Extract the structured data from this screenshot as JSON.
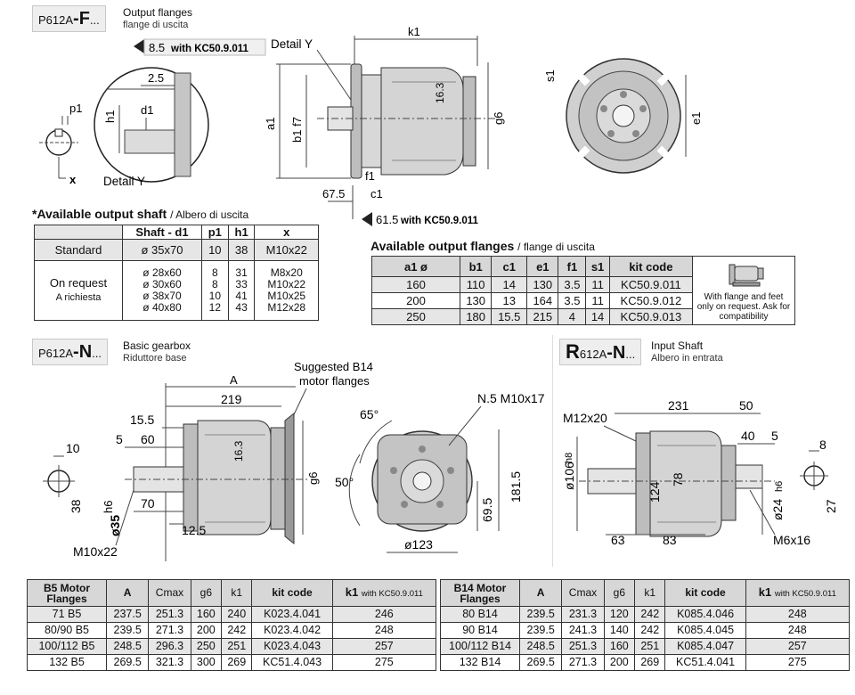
{
  "header_f": {
    "prefix": "P612A",
    "suffix": "-F",
    "dots": "...",
    "title": "Output flanges",
    "subtitle": "flange di uscita"
  },
  "header_n": {
    "prefix": "P612A",
    "suffix": "-N",
    "dots": "...",
    "title": "Basic gearbox",
    "subtitle": "Riduttore base"
  },
  "header_r": {
    "lead": "R",
    "prefix": "612A",
    "suffix": "-N",
    "dots": "...",
    "title": "Input Shaft",
    "subtitle": "Albero in entrata"
  },
  "drawing_f": {
    "callout_top_value": "8.5",
    "callout_top_note": "with KC50.9.011",
    "callout_bottom_value": "61.5",
    "callout_bottom_note": "with KC50.9.011",
    "detail_y_top": "Detail Y",
    "detail_y_bottom": "Detail Y",
    "dim_2_5": "2.5",
    "p1": "p1",
    "h1": "h1",
    "d1": "d1",
    "x": "x",
    "k1": "k1",
    "a1": "a1",
    "b1": "b1 f7",
    "g6": "g6",
    "dim_16_3": "16.3",
    "f1": "f1",
    "c1": "c1",
    "dim_67_5": "67.5",
    "s1": "s1",
    "e1": "e1"
  },
  "shaft_table": {
    "title": "*Available output shaft",
    "title_it": "/ Albero di uscita",
    "headers": [
      "",
      "Shaft - d1",
      "p1",
      "h1",
      "x"
    ],
    "standard": {
      "label": "Standard",
      "cells": [
        "ø 35x70",
        "10",
        "38",
        "M10x22"
      ]
    },
    "on_request": {
      "label": "On request",
      "label_it": "A richiesta",
      "d1": [
        "ø 28x60",
        "ø 30x60",
        "ø 38x70",
        "ø 40x80"
      ],
      "p1": [
        "8",
        "8",
        "10",
        "12"
      ],
      "h1": [
        "31",
        "33",
        "41",
        "43"
      ],
      "x": [
        "M8x20",
        "M10x22",
        "M10x25",
        "M12x28"
      ]
    }
  },
  "flange_table": {
    "title": "Available output flanges",
    "title_it": "/ flange di uscita",
    "headers": [
      "a1 ø",
      "b1",
      "c1",
      "e1",
      "f1",
      "s1",
      "kit code"
    ],
    "rows": [
      [
        "160",
        "110",
        "14",
        "130",
        "3.5",
        "11",
        "KC50.9.011"
      ],
      [
        "200",
        "130",
        "13",
        "164",
        "3.5",
        "11",
        "KC50.9.012"
      ],
      [
        "250",
        "180",
        "15.5",
        "215",
        "4",
        "14",
        "KC50.9.013"
      ]
    ],
    "note": "With flange and feet only on request. Ask for compatibility"
  },
  "drawing_n": {
    "dim_a": "A",
    "dim_219": "219",
    "dim_15_5": "15.5",
    "dim_5": "5",
    "dim_60": "60",
    "dim_16_3": "16.3",
    "dim_g6": "g6",
    "dim_10": "10",
    "dim_38": "38",
    "dim_35": "ø35",
    "dim_35_tol": "h6",
    "dim_70": "70",
    "dim_12_5": "12.5",
    "m10x22": "M10x22",
    "suggested": "Suggested B14",
    "suggested2": "motor flanges",
    "dim_65": "65°",
    "dim_50": "50°",
    "n5": "N.5 M10x17",
    "dim_181_5": "181.5",
    "dim_69_5": "69.5",
    "dim_123": "ø123"
  },
  "drawing_r": {
    "m12x20": "M12x20",
    "dim_231": "231",
    "dim_50": "50",
    "dim_40": "40",
    "dim_5": "5",
    "dim_8": "8",
    "dim_106": "ø106",
    "dim_106_tol": "h8",
    "dim_124": "124",
    "dim_78": "78",
    "dim_24": "ø24",
    "dim_24_tol": "h6",
    "dim_27": "27",
    "dim_63": "63",
    "dim_83": "83",
    "m6x16": "M6x16"
  },
  "b5_table": {
    "headers": [
      "B5 Motor Flanges",
      "A",
      "Cmax",
      "g6",
      "k1",
      "kit code",
      "k1",
      "with KC50.9.011"
    ],
    "rows": [
      [
        "71 B5",
        "237.5",
        "251.3",
        "160",
        "240",
        "K023.4.041",
        "246"
      ],
      [
        "80/90 B5",
        "239.5",
        "271.3",
        "200",
        "242",
        "K023.4.042",
        "248"
      ],
      [
        "100/112 B5",
        "248.5",
        "296.3",
        "250",
        "251",
        "K023.4.043",
        "257"
      ],
      [
        "132 B5",
        "269.5",
        "321.3",
        "300",
        "269",
        "KC51.4.043",
        "275"
      ]
    ]
  },
  "b14_table": {
    "headers": [
      "B14 Motor Flanges",
      "A",
      "Cmax",
      "g6",
      "k1",
      "kit code",
      "k1",
      "with KC50.9.011"
    ],
    "rows": [
      [
        "80 B14",
        "239.5",
        "231.3",
        "120",
        "242",
        "K085.4.046",
        "248"
      ],
      [
        "90 B14",
        "239.5",
        "241.3",
        "140",
        "242",
        "K085.4.045",
        "248"
      ],
      [
        "100/112 B14",
        "248.5",
        "251.3",
        "160",
        "251",
        "K085.4.047",
        "257"
      ],
      [
        "132 B14",
        "269.5",
        "271.3",
        "200",
        "269",
        "KC51.4.041",
        "275"
      ]
    ]
  }
}
